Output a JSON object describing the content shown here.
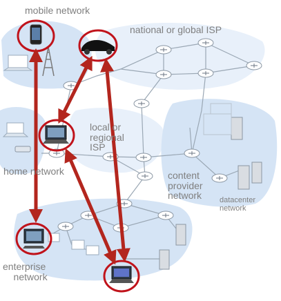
{
  "labels": {
    "mobile_network": "mobile network",
    "national_global_isp": "national or global ISP",
    "local_regional_isp": "local or\nregional\nISP",
    "home_network": "home network",
    "content_provider_network": "content\nprovider\nnetwork",
    "datacenter_network": "datacenter\nnetwork",
    "enterprise_network": "enterprise\n    network"
  },
  "colors": {
    "highlight_circle": "#c0131b",
    "arrow": "#b3261e",
    "network_region": "#d5e4f5",
    "link_line": "#9aa7b4",
    "router_fill": "#ffffff",
    "label_text": "#7f7f7f"
  },
  "icons": [
    "smartphone-icon",
    "car-icon",
    "laptop-icon",
    "desktop-computer-icon",
    "router-icon",
    "cell-tower-icon",
    "server-icon",
    "wifi-access-point-icon"
  ]
}
